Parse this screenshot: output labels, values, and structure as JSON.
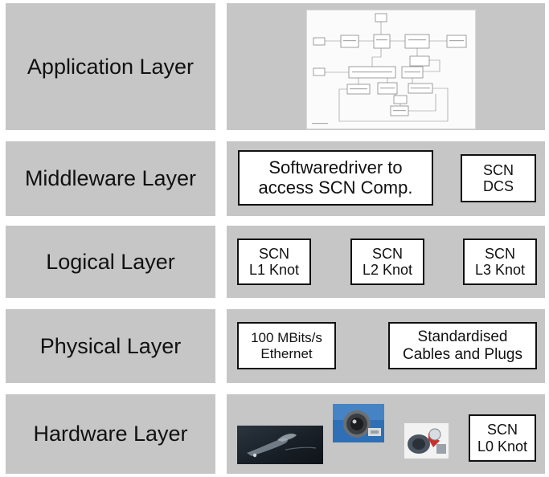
{
  "layers": [
    {
      "label": "Application Layer"
    },
    {
      "label": "Middleware Layer"
    },
    {
      "label": "Logical Layer"
    },
    {
      "label": "Physical Layer"
    },
    {
      "label": "Hardware Layer"
    }
  ],
  "middleware": {
    "softwaredriver": [
      "Softwaredriver to",
      "access SCN Comp."
    ],
    "scn_dcs": [
      "SCN",
      "DCS"
    ]
  },
  "logical": {
    "l1": [
      "SCN",
      "L1 Knot"
    ],
    "l2": [
      "SCN",
      "L2 Knot"
    ],
    "l3": [
      "SCN",
      "L3 Knot"
    ]
  },
  "physical": {
    "ethernet": [
      "100 MBits/s",
      "Ethernet"
    ],
    "cables": [
      "Standardised",
      "Cables and Plugs"
    ]
  },
  "hardware": {
    "l0": [
      "SCN",
      "L0 Knot"
    ]
  }
}
